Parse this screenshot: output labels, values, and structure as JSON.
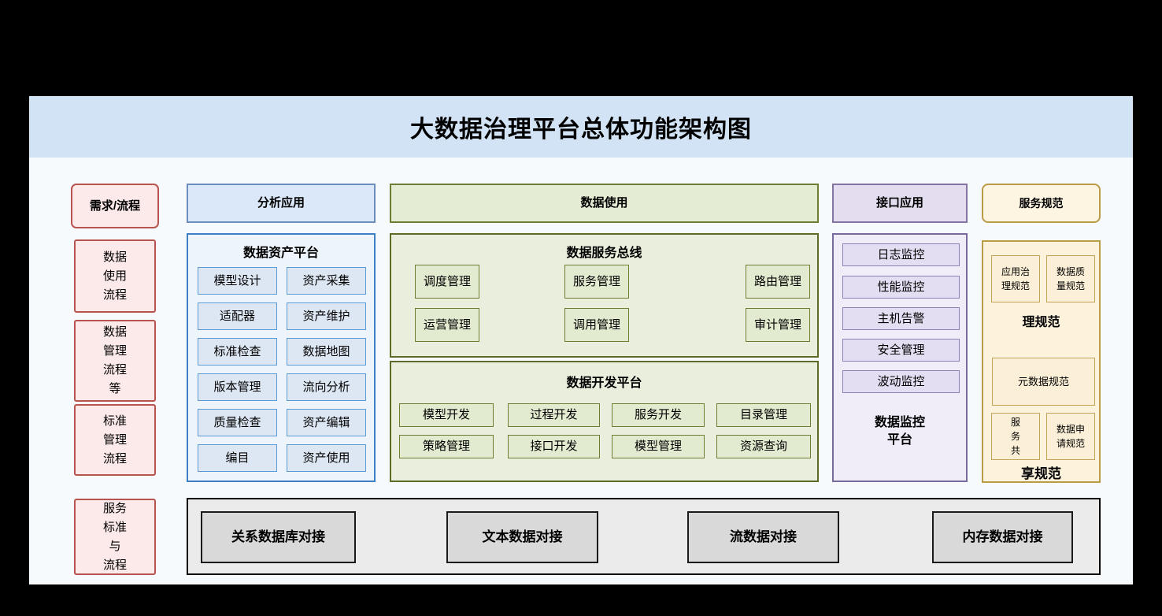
{
  "title": "大数据治理平台总体功能架构图",
  "flows": {
    "header": "需求/流程",
    "items": [
      "数据\n使用\n流程",
      "数据\n管理\n流程\n等",
      "标准\n管理\n流程",
      "服务\n标准\n与\n流程"
    ]
  },
  "analysis": {
    "header": "分析应用",
    "platform": {
      "title": "数据资产平台",
      "items": [
        "模型设计",
        "资产采集",
        "适配器",
        "资产维护",
        "标准检查",
        "数据地图",
        "版本管理",
        "流向分析",
        "质量检查",
        "资产编辑",
        "编目",
        "资产使用"
      ]
    }
  },
  "usage": {
    "header": "数据使用",
    "service_bus": {
      "title": "数据服务总线",
      "items": [
        "调度管理",
        "服务管理",
        "路由管理",
        "运营管理",
        "调用管理",
        "审计管理"
      ]
    },
    "dev_platform": {
      "title": "数据开发平台",
      "items": [
        "模型开发",
        "过程开发",
        "服务开发",
        "目录管理",
        "策略管理",
        "接口开发",
        "模型管理",
        "资源查询"
      ]
    }
  },
  "interface_app": {
    "header": "接口应用",
    "monitor_items": [
      "日志监控",
      "性能监控",
      "主机告警",
      "安全管理",
      "波动监控"
    ],
    "platform_label": "数据监控\n平台"
  },
  "standards": {
    "header": "服务规范",
    "governance_items": [
      "应用治\n理规范",
      "数据质\n量规范"
    ],
    "governance_label": "理规范",
    "metadata_item": "元数据规范",
    "sharing_items": [
      "服\n务\n共",
      "数据申\n请规范"
    ],
    "sharing_label": "享规范"
  },
  "integration": {
    "items": [
      "关系数据库对接",
      "文本数据对接",
      "流数据对接",
      "内存数据对接"
    ]
  },
  "colors": {
    "band": "#d2e3f6",
    "pink_border": "#b85450",
    "blue_border": "#3c7fc4",
    "green_border": "#5c6b27",
    "purple_border": "#796a9e",
    "orange_border": "#b99b48"
  }
}
